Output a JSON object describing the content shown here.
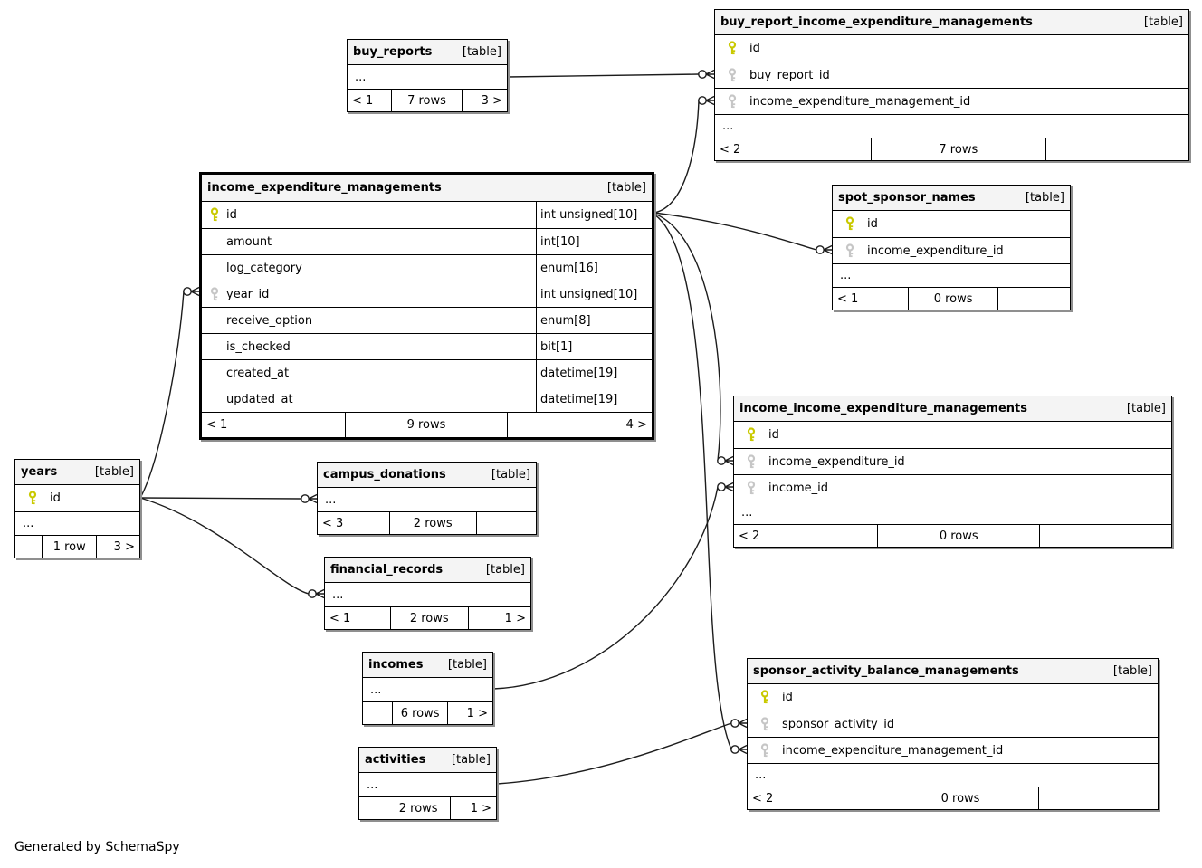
{
  "diagram_footer": "Generated by SchemaSpy",
  "colors": {
    "pk_icon": "#c9c900",
    "fk_icon": "#c6c6c6",
    "header_bg": "#f4f4f4",
    "line": "#1c1c1c",
    "border": "#000000",
    "background": "#ffffff"
  },
  "tables": [
    {
      "id": "buy_reports",
      "title": "buy_reports",
      "tag": "[table]",
      "columns": [],
      "ellipsis": "...",
      "footer": [
        "< 1",
        "7 rows",
        "3 >"
      ]
    },
    {
      "id": "buy_report_income_expenditure_managements",
      "title": "buy_report_income_expenditure_managements",
      "tag": "[table]",
      "columns": [
        {
          "key": "pk",
          "name": "id"
        },
        {
          "key": "fk",
          "name": "buy_report_id"
        },
        {
          "key": "fk",
          "name": "income_expenditure_management_id"
        }
      ],
      "ellipsis": "...",
      "footer": [
        "< 2",
        "7 rows",
        ""
      ]
    },
    {
      "id": "income_expenditure_managements",
      "title": "income_expenditure_managements",
      "tag": "[table]",
      "emphasized": true,
      "columns": [
        {
          "key": "pk",
          "name": "id",
          "type": "int unsigned[10]"
        },
        {
          "key": null,
          "name": "amount",
          "type": "int[10]"
        },
        {
          "key": null,
          "name": "log_category",
          "type": "enum[16]"
        },
        {
          "key": "fk",
          "name": "year_id",
          "type": "int unsigned[10]"
        },
        {
          "key": null,
          "name": "receive_option",
          "type": "enum[8]"
        },
        {
          "key": null,
          "name": "is_checked",
          "type": "bit[1]"
        },
        {
          "key": null,
          "name": "created_at",
          "type": "datetime[19]"
        },
        {
          "key": null,
          "name": "updated_at",
          "type": "datetime[19]"
        }
      ],
      "ellipsis": null,
      "footer": [
        "< 1",
        "9 rows",
        "4 >"
      ]
    },
    {
      "id": "spot_sponsor_names",
      "title": "spot_sponsor_names",
      "tag": "[table]",
      "columns": [
        {
          "key": "pk",
          "name": "id"
        },
        {
          "key": "fk",
          "name": "income_expenditure_id"
        }
      ],
      "ellipsis": "...",
      "footer": [
        "< 1",
        "0 rows",
        ""
      ]
    },
    {
      "id": "income_income_expenditure_managements",
      "title": "income_income_expenditure_managements",
      "tag": "[table]",
      "columns": [
        {
          "key": "pk",
          "name": "id"
        },
        {
          "key": "fk",
          "name": "income_expenditure_id"
        },
        {
          "key": "fk",
          "name": "income_id"
        }
      ],
      "ellipsis": "...",
      "footer": [
        "< 2",
        "0 rows",
        ""
      ]
    },
    {
      "id": "years",
      "title": "years",
      "tag": "[table]",
      "columns": [
        {
          "key": "pk",
          "name": "id"
        }
      ],
      "ellipsis": "...",
      "footer": [
        "",
        "1 row",
        "3 >"
      ]
    },
    {
      "id": "campus_donations",
      "title": "campus_donations",
      "tag": "[table]",
      "columns": [],
      "ellipsis": "...",
      "footer": [
        "< 3",
        "2 rows",
        ""
      ]
    },
    {
      "id": "financial_records",
      "title": "financial_records",
      "tag": "[table]",
      "columns": [],
      "ellipsis": "...",
      "footer": [
        "< 1",
        "2 rows",
        "1 >"
      ]
    },
    {
      "id": "incomes",
      "title": "incomes",
      "tag": "[table]",
      "columns": [],
      "ellipsis": "...",
      "footer": [
        "",
        "6 rows",
        "1 >"
      ]
    },
    {
      "id": "activities",
      "title": "activities",
      "tag": "[table]",
      "columns": [],
      "ellipsis": "...",
      "footer": [
        "",
        "2 rows",
        "1 >"
      ]
    },
    {
      "id": "sponsor_activity_balance_managements",
      "title": "sponsor_activity_balance_managements",
      "tag": "[table]",
      "columns": [
        {
          "key": "pk",
          "name": "id"
        },
        {
          "key": "fk",
          "name": "sponsor_activity_id"
        },
        {
          "key": "fk",
          "name": "income_expenditure_management_id"
        }
      ],
      "ellipsis": "...",
      "footer": [
        "< 2",
        "0 rows",
        ""
      ]
    }
  ],
  "relationships": [
    {
      "from": "buy_reports",
      "to": "buy_report_income_expenditure_managements.buy_report_id"
    },
    {
      "from": "income_expenditure_managements.id",
      "to": "buy_report_income_expenditure_managements.income_expenditure_management_id"
    },
    {
      "from": "income_expenditure_managements.id",
      "to": "spot_sponsor_names.income_expenditure_id"
    },
    {
      "from": "income_expenditure_managements.id",
      "to": "income_income_expenditure_managements.income_expenditure_id"
    },
    {
      "from": "income_expenditure_managements.id",
      "to": "sponsor_activity_balance_managements.income_expenditure_management_id"
    },
    {
      "from": "years.id",
      "to": "income_expenditure_managements.year_id"
    },
    {
      "from": "years.id",
      "to": "campus_donations"
    },
    {
      "from": "years.id",
      "to": "financial_records"
    },
    {
      "from": "incomes",
      "to": "income_income_expenditure_managements.income_id"
    },
    {
      "from": "activities",
      "to": "sponsor_activity_balance_managements.sponsor_activity_id"
    }
  ]
}
